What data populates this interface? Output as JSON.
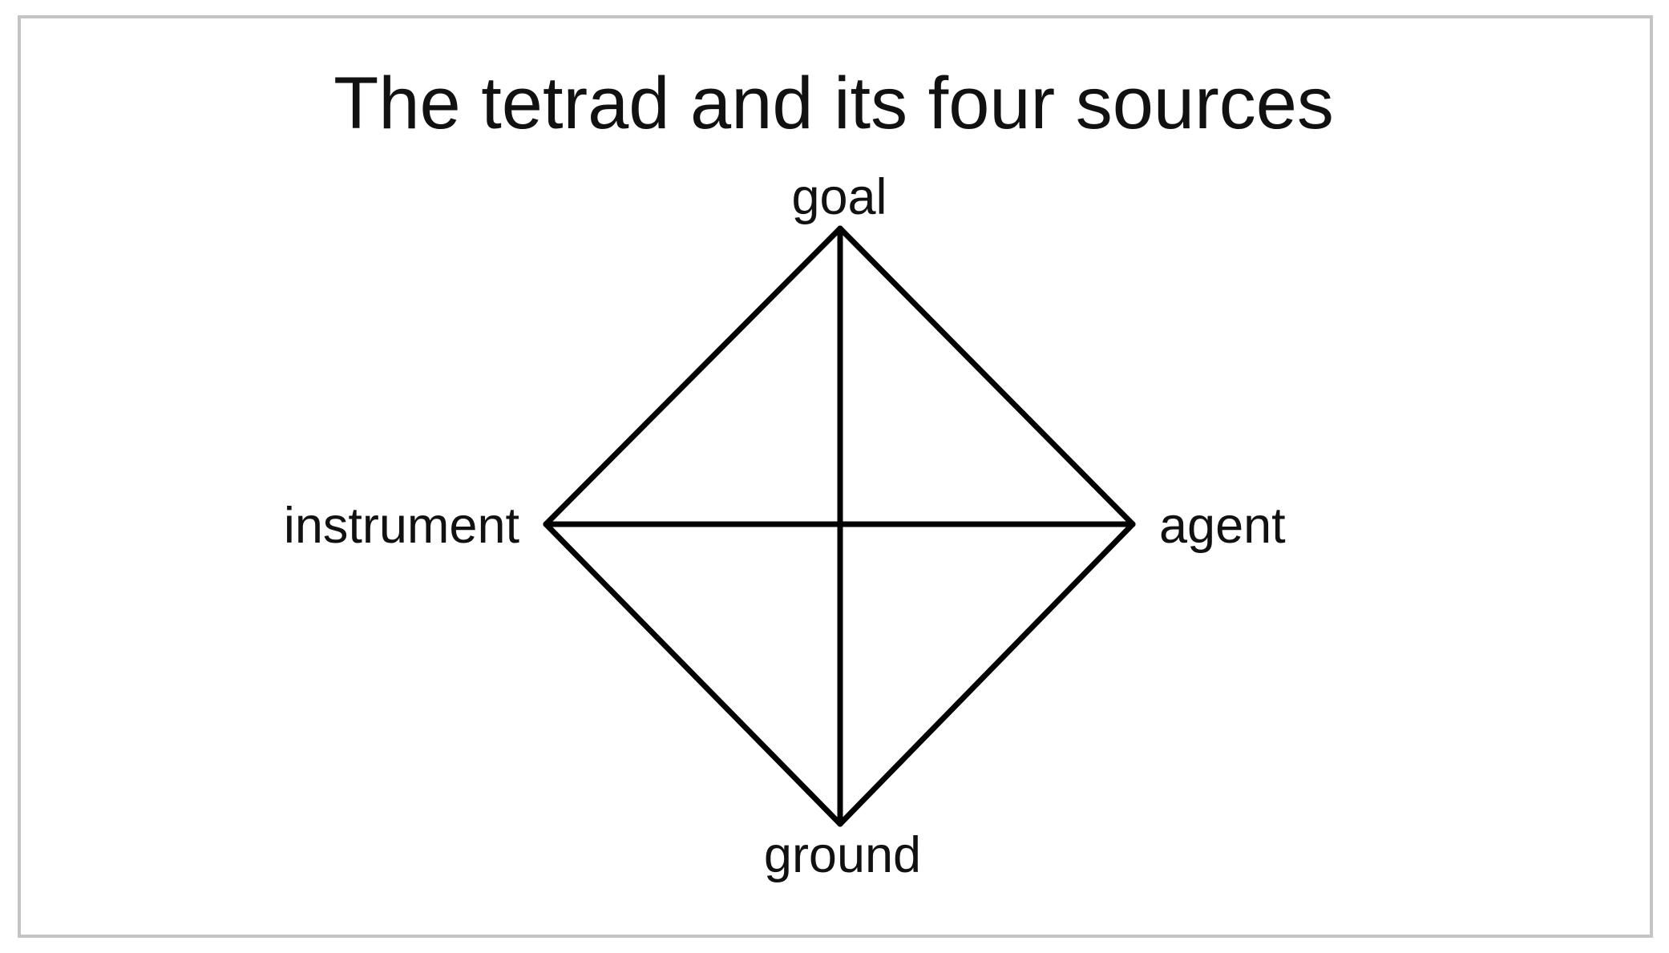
{
  "title": "The tetrad and its four sources",
  "nodes": {
    "goal": "goal",
    "instrument": "instrument",
    "agent": "agent",
    "ground": "ground"
  },
  "edges": [
    [
      "goal",
      "agent"
    ],
    [
      "agent",
      "ground"
    ],
    [
      "ground",
      "instrument"
    ],
    [
      "instrument",
      "goal"
    ],
    [
      "goal",
      "ground"
    ],
    [
      "instrument",
      "agent"
    ]
  ],
  "colors": {
    "line": "#000000",
    "text": "#111111",
    "frame": "#c4c4c4",
    "background": "#ffffff"
  }
}
